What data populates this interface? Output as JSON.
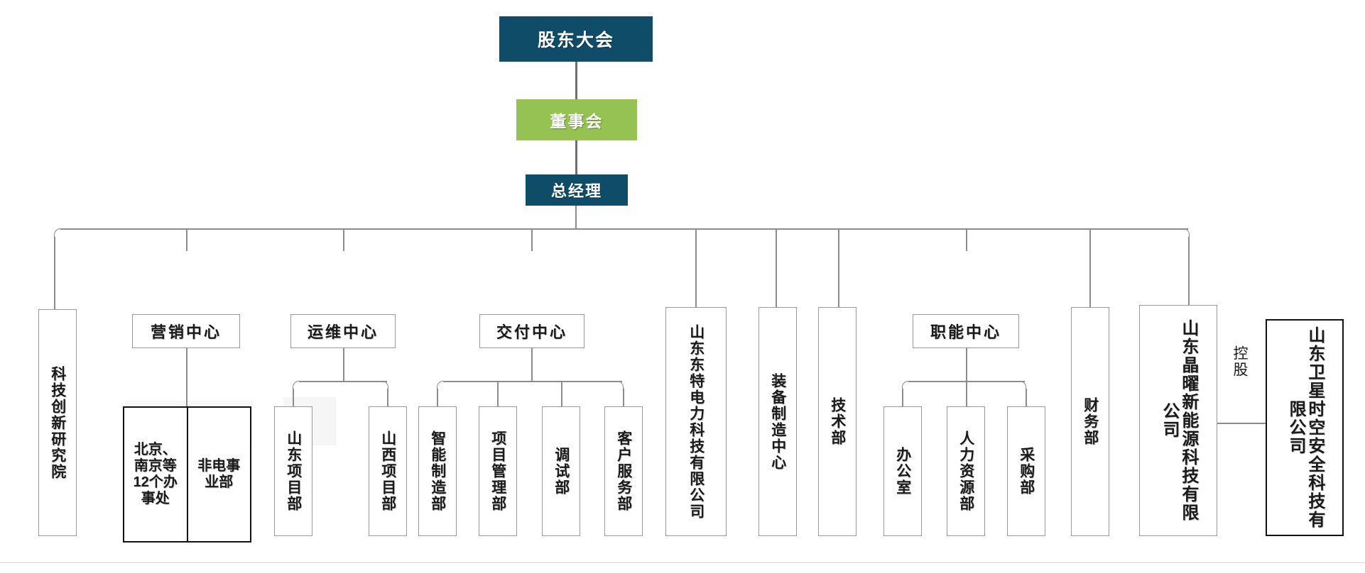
{
  "chart_title": "",
  "colors": {
    "navy": "#0e4c68",
    "green": "#96c council",
    "green_hex": "#96c153",
    "box_border": "#9a9a9a",
    "thick_border": "#111111",
    "connector": "#8c8c8c",
    "text": "#1a1a1a",
    "banner_text": "#ffffff"
  },
  "top": {
    "shareholders": "股东大会",
    "board": "董事会",
    "general_manager": "总经理"
  },
  "centers": {
    "marketing": "营销中心",
    "ops": "运维中心",
    "delivery": "交付中心",
    "functional": "职能中心"
  },
  "direct_units": {
    "rnd": "科技创新研究院",
    "dete_power": "山东东特电力科技有限公司",
    "equipment": "装备制造中心",
    "tech_dept": "技术部",
    "finance": "财务部",
    "jingyao": "山东晶曜新能源科技有限公司",
    "satellite": "山东卫星时空安全科技有限公司"
  },
  "marketing_children": {
    "offices": "北京、南京等12个办事处",
    "non_power": "非电事业部"
  },
  "ops_children": [
    {
      "label": "山东项目部"
    },
    {
      "label": "山西项目部"
    }
  ],
  "delivery_children": [
    {
      "label": "智能制造部"
    },
    {
      "label": "项目管理部"
    },
    {
      "label": "调试部"
    },
    {
      "label": "客户服务部"
    }
  ],
  "functional_children": [
    {
      "label": "办公室"
    },
    {
      "label": "人力资源部"
    },
    {
      "label": "采购部"
    }
  ],
  "relations": {
    "holding": "控股"
  }
}
